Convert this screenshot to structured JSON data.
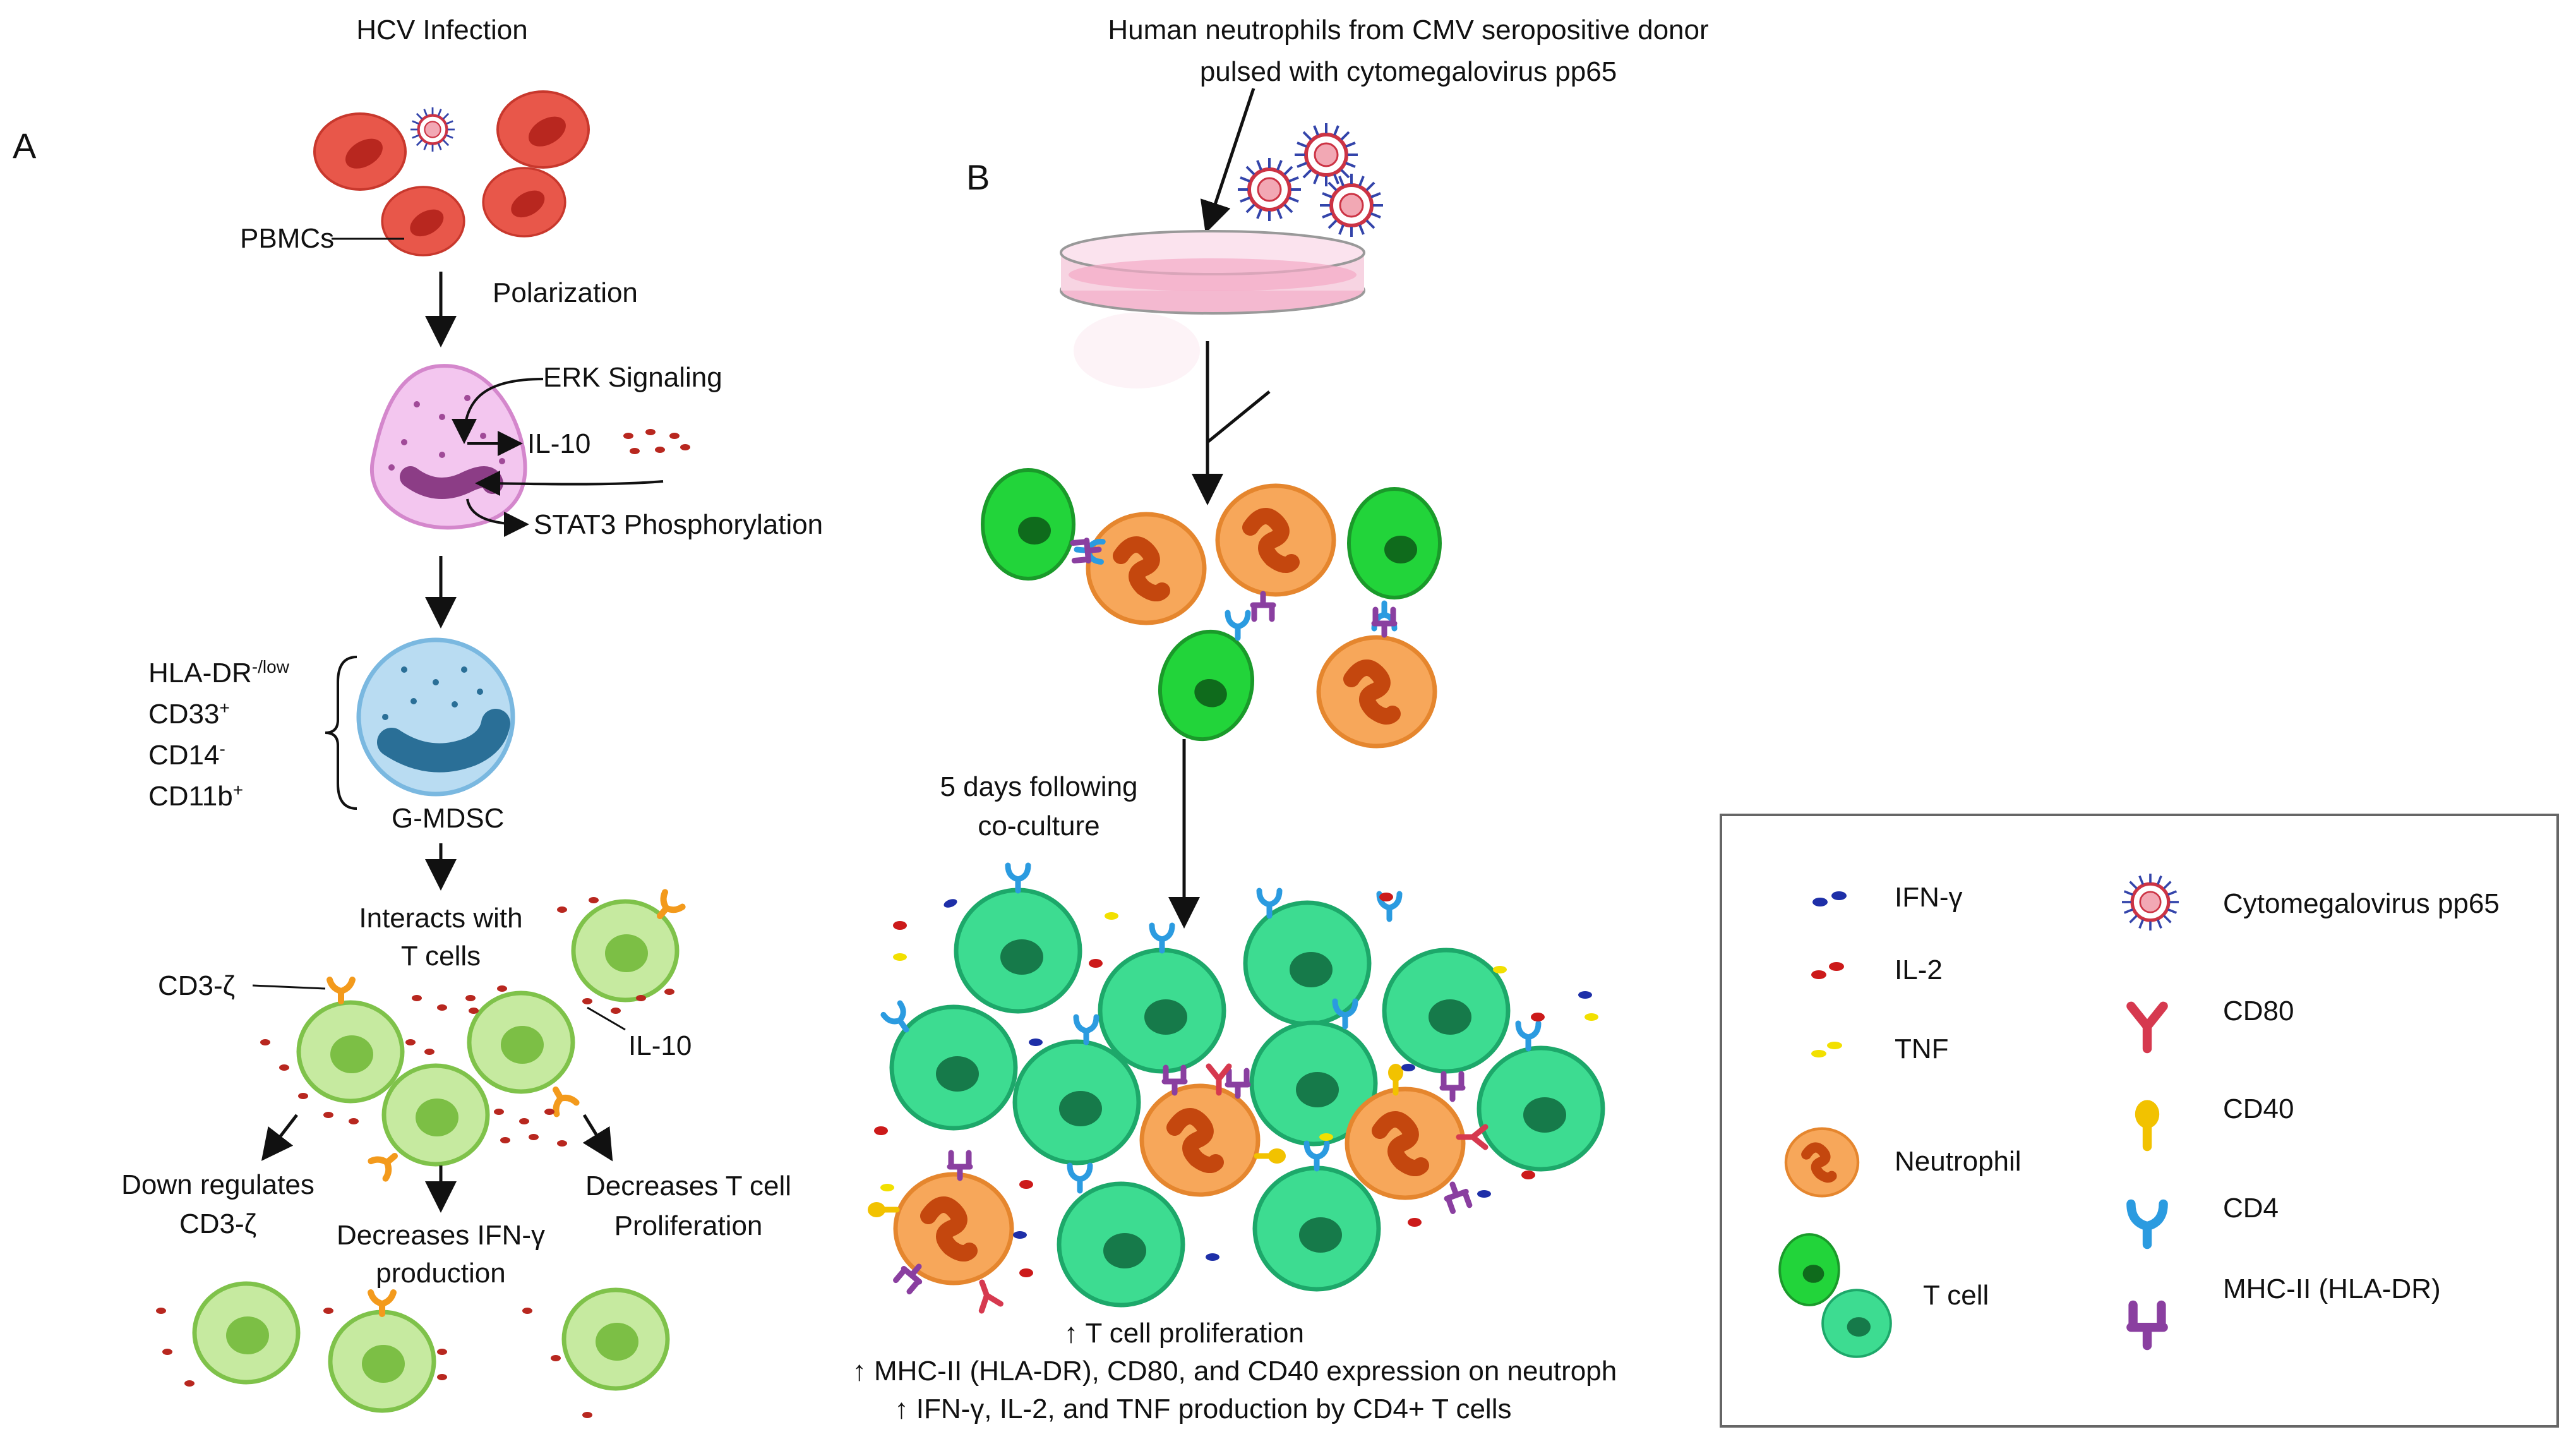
{
  "panel_a": {
    "letter": "A",
    "title": "HCV Infection",
    "pbmc_label": "PBMCs",
    "polarization": "Polarization",
    "erk": "ERK Signaling",
    "il10_top": "IL-10",
    "stat3": "STAT3 Phosphorylation",
    "markers": {
      "hla": "HLA-DR",
      "hla_sup": "-/low",
      "cd33": "CD33",
      "cd33_sup": "+",
      "cd14": "CD14",
      "cd14_sup": "-",
      "cd11b": "CD11b",
      "cd11b_sup": "+"
    },
    "gmdsc": "G-MDSC",
    "interacts_1": "Interacts with",
    "interacts_2": "T cells",
    "cd3z": "CD3-ζ",
    "il10_mid": "IL-10",
    "down_1": "Down regulates",
    "down_2": "CD3-ζ",
    "ifn_1": "Decreases IFN-γ",
    "ifn_2": "production",
    "prolif_1": "Decreases T cell",
    "prolif_2": "Proliferation"
  },
  "panel_b": {
    "letter": "B",
    "title_1": "Human neutrophils from CMV seropositive donor",
    "title_2": "pulsed with cytomegalovirus pp65",
    "days_1": "5 days following",
    "days_2": "co-culture",
    "result_1": "↑ T cell  proliferation",
    "result_2": "↑  MHC-II (HLA-DR), CD80, and CD40 expression on neutroph",
    "result_3": "↑  IFN-γ, IL-2, and TNF production by CD4+ T cells"
  },
  "legend": {
    "ifn": "IFN-γ",
    "il2": "IL-2",
    "tnf": "TNF",
    "neutrophil": "Neutrophil",
    "tcell": "T cell",
    "cmv": "Cytomegalovirus pp65",
    "cd80": "CD80",
    "cd40": "CD40",
    "cd4": "CD4",
    "mhc": "MHC-II (HLA-DR)"
  },
  "colors": {
    "rbc": "#e8574a",
    "mdsc_pink": "#f3c6ef",
    "gmdsc_blue": "#b9dcf2",
    "tcell_light": "#c6eaa0",
    "tcell_bright": "#2ecc40",
    "tcell_teal": "#3ddc91",
    "neutrophil": "#f7a75a",
    "cd80": "#d6394f",
    "cd40": "#f2c200",
    "cd4": "#2b9be0",
    "mhc": "#8a3fa0"
  }
}
